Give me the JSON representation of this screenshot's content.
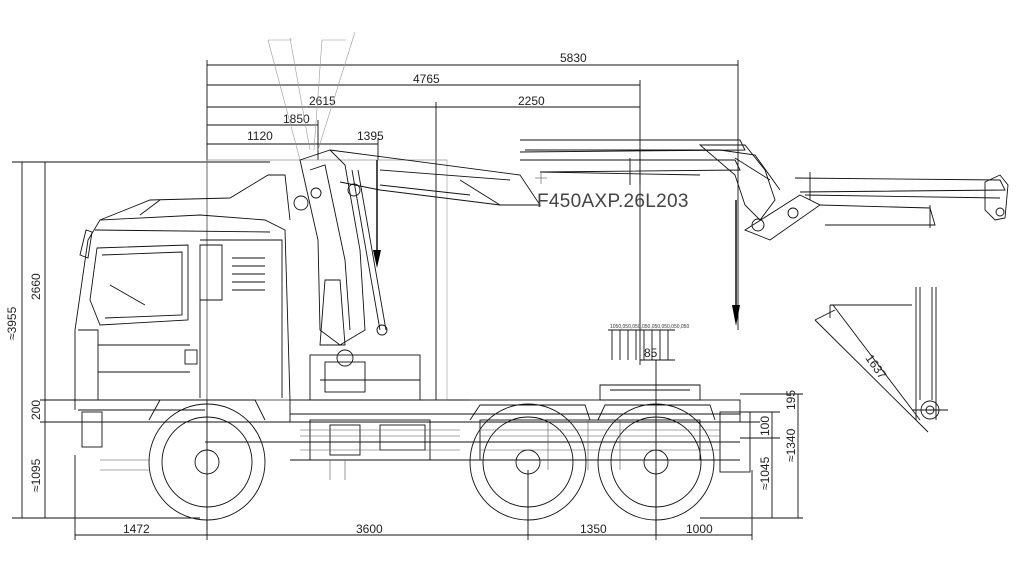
{
  "model_label": "F450AXP.26L203",
  "top_dimensions": {
    "d5830": "5830",
    "d4765": "4765",
    "d2615": "2615",
    "d2250": "2250",
    "d1850": "1850",
    "d1120": "1120",
    "d1395": "1395"
  },
  "bottom_dimensions": {
    "d1472": "1472",
    "d3600": "3600",
    "d1350": "1350",
    "d1000": "1000"
  },
  "left_dimensions": {
    "d3955": "≈3955",
    "d2660": "2660",
    "d200": "200",
    "d1095": "≈1095"
  },
  "right_dimensions": {
    "d195": "195",
    "d100": "100",
    "d1045": "≈1045",
    "d1340": "≈1340"
  },
  "center_dimensions": {
    "d85": "85",
    "tiny_scale": "1050,050,050,050,050,050,050,050"
  },
  "detail_dimensions": {
    "d1637": "1637"
  },
  "colors": {
    "line": "#111111",
    "hatch": "#000000",
    "text": "#222222"
  }
}
